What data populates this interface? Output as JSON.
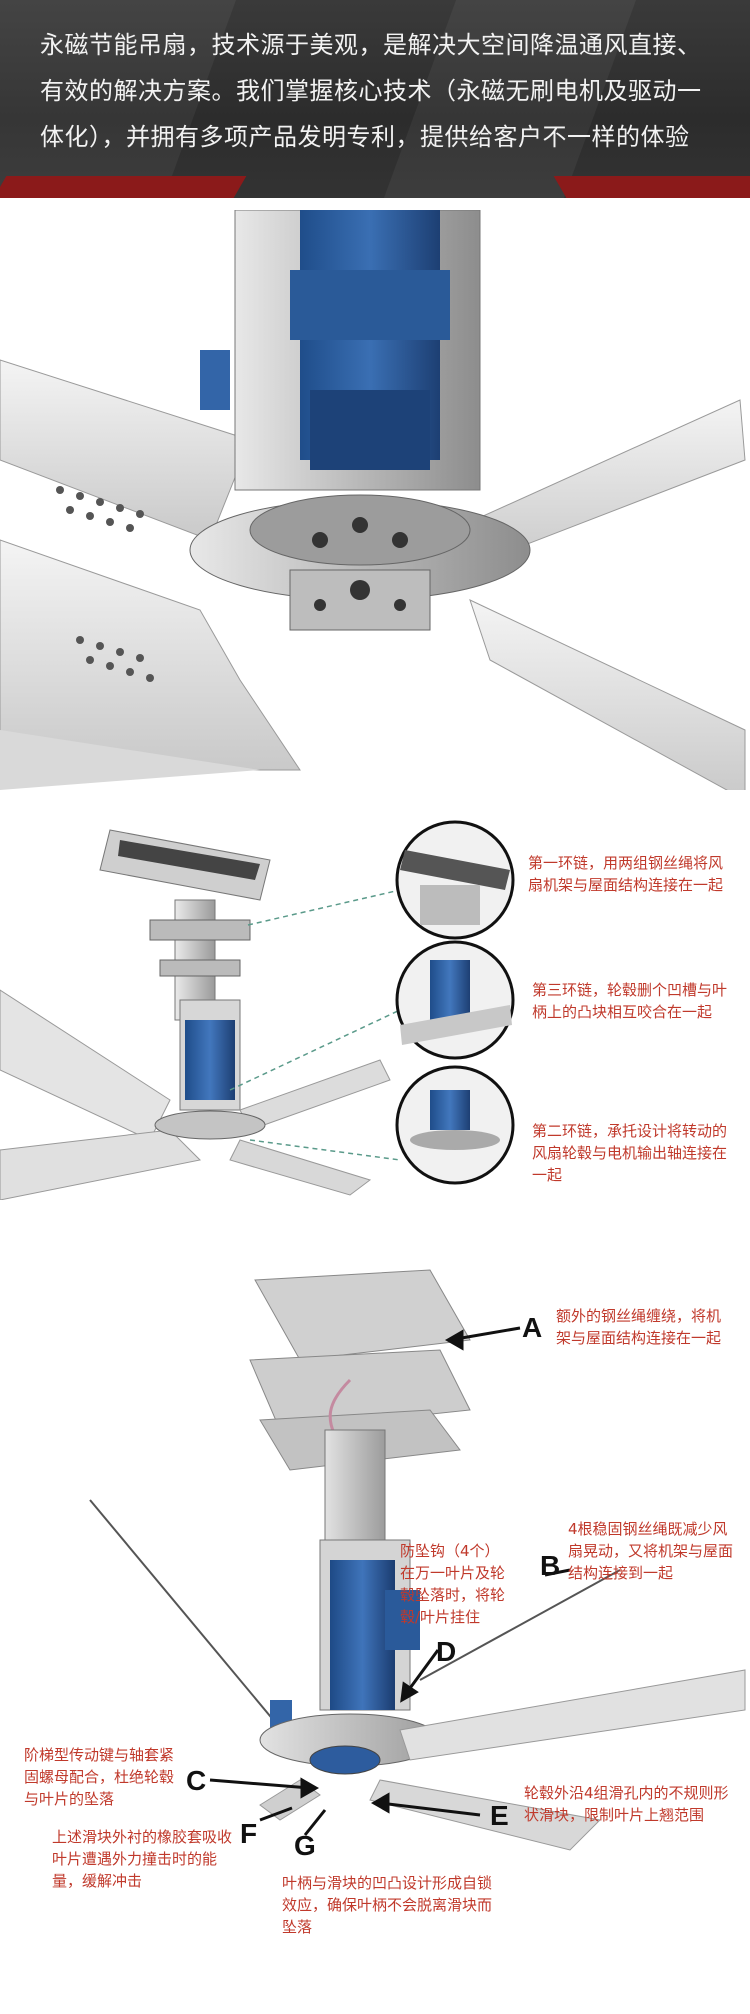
{
  "banner": {
    "lines": [
      "永磁节能吊扇，技术源于美观，是解决大空间降温通风直接、",
      "有效的解决方案。我们掌握核心技术（永磁无刷电机及驱动一",
      "体化），并拥有多项产品发明专利，提供给客户不一样的体验"
    ]
  },
  "figure2": {
    "callouts": [
      "第一环链，用两组钢丝绳将风扇机架与屋面结构连接在一起",
      "第三环链，轮毂删个凹槽与叶柄上的凸块相互咬合在一起",
      "第二环链，承托设计将转动的风扇轮毂与电机输出轴连接在一起"
    ]
  },
  "figure3": {
    "labels": {
      "A": "A",
      "B": "B",
      "C": "C",
      "D": "D",
      "E": "E",
      "F": "F",
      "G": "G"
    },
    "callouts": {
      "A": "额外的钢丝绳缠绕，将机架与屋面结构连接在一起",
      "D": "防坠钩（4个）在万一叶片及轮毂坠落时，将轮毂/叶片挂住",
      "B": "4根稳固钢丝绳既减少风扇晃动，又将机架与屋面结构连接到一起",
      "C": "阶梯型传动键与轴套紧固螺母配合，杜绝轮毂与叶片的坠落",
      "E": "轮毂外沿4组滑孔内的不规则形状滑块，限制叶片上翘范围",
      "F": "上述滑块外衬的橡胶套吸收叶片遭遇外力撞击时的能量，缓解冲击",
      "G": "叶柄与滑块的凹凸设计形成自锁效应，确保叶柄不会脱离滑块而坠落"
    }
  },
  "colors": {
    "accent_red": "#c0392b",
    "motor_blue": "#2d5c9e",
    "banner_bg": "#333333"
  }
}
